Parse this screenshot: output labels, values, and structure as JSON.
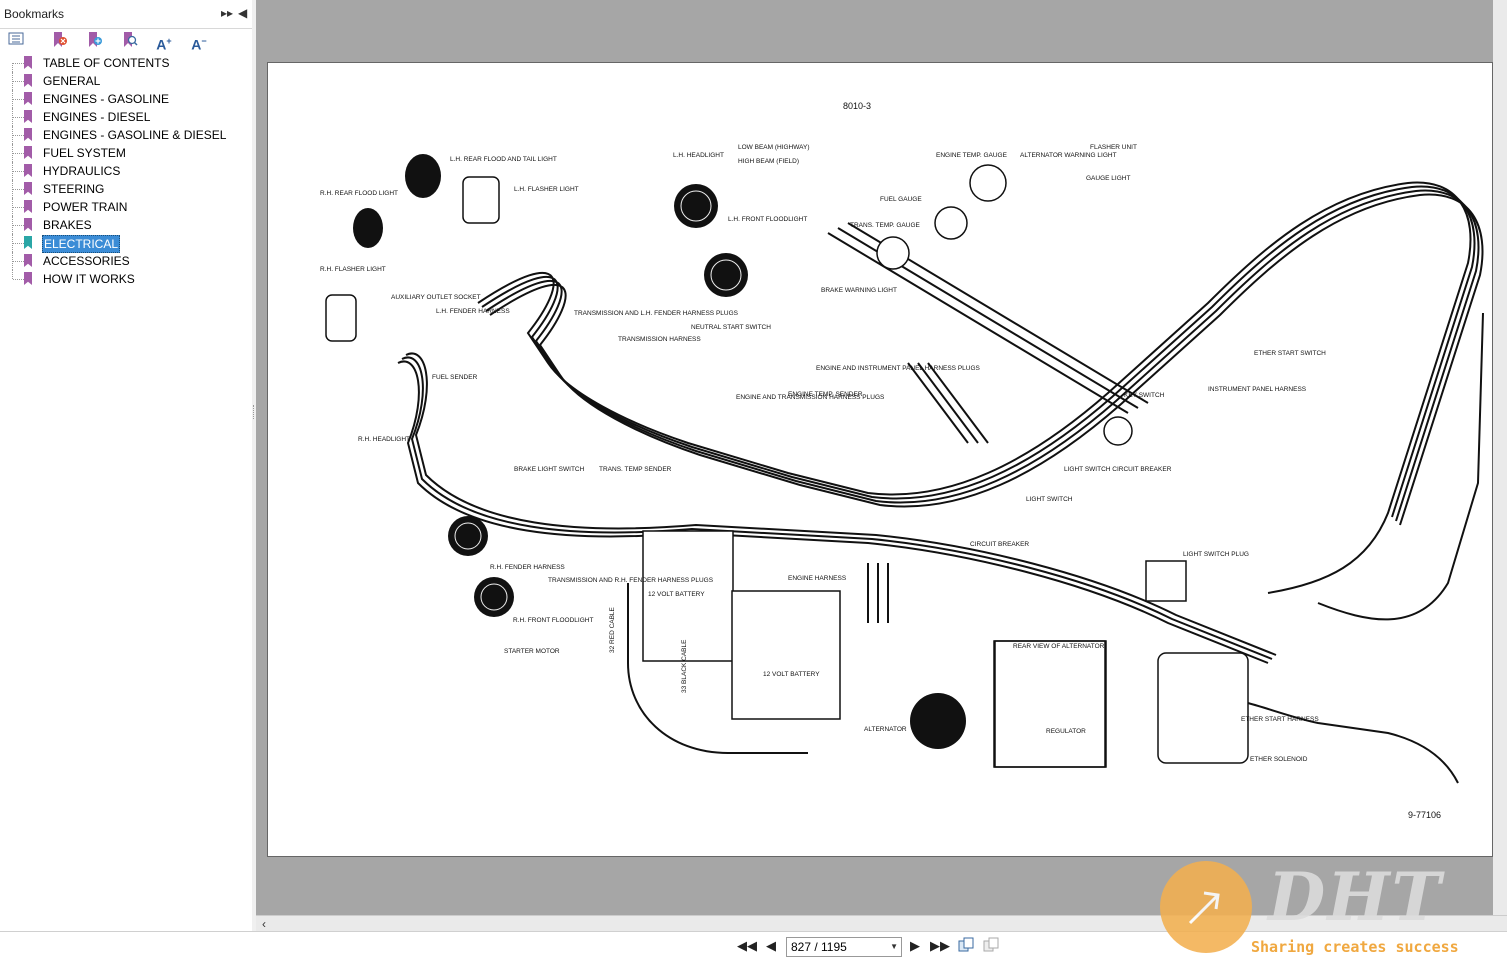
{
  "sidebar": {
    "title": "Bookmarks",
    "collapse_icon": "double-chevron-right-icon",
    "hide_icon": "triangle-left-icon",
    "toolbar": [
      "options-icon",
      "delete-bookmark-icon",
      "new-bookmark-icon",
      "find-bookmark-icon",
      "text-larger-icon",
      "text-smaller-icon"
    ],
    "items": [
      {
        "label": "TABLE OF CONTENTS"
      },
      {
        "label": "GENERAL"
      },
      {
        "label": "ENGINES - GASOLINE"
      },
      {
        "label": "ENGINES - DIESEL"
      },
      {
        "label": "ENGINES - GASOLINE & DIESEL"
      },
      {
        "label": "FUEL SYSTEM"
      },
      {
        "label": "HYDRAULICS"
      },
      {
        "label": "STEERING"
      },
      {
        "label": "POWER TRAIN"
      },
      {
        "label": "BRAKES"
      },
      {
        "label": "ELECTRICAL",
        "selected": true
      },
      {
        "label": "ACCESSORIES"
      },
      {
        "label": "HOW IT WORKS"
      }
    ]
  },
  "document": {
    "figure_id": "8010-3",
    "figure_ref": "9-77106",
    "labels": {
      "lh_rear_flood": "L.H. REAR FLOOD AND TAIL LIGHT",
      "rh_rear_flood": "R.H. REAR FLOOD LIGHT",
      "lh_flasher": "L.H. FLASHER LIGHT",
      "lh_headlight": "L.H. HEADLIGHT",
      "low_beam": "LOW BEAM (HIGHWAY)",
      "high_beam": "HIGH BEAM (FIELD)",
      "lh_front_flood": "L.H. FRONT FLOODLIGHT",
      "engine_temp_gauge": "ENGINE TEMP. GAUGE",
      "alternator_warning": "ALTERNATOR WARNING LIGHT",
      "flasher_unit": "FLASHER UNIT",
      "gauge_light": "GAUGE LIGHT",
      "fuel_gauge": "FUEL GAUGE",
      "trans_temp_gauge": "TRANS. TEMP. GAUGE",
      "brake_warning": "BRAKE WARNING LIGHT",
      "rh_flasher": "R.H. FLASHER LIGHT",
      "aux_outlet": "AUXILIARY OUTLET SOCKET",
      "lh_fender_harness": "L.H. FENDER HARNESS",
      "trans_lh_plugs": "TRANSMISSION AND L.H. FENDER HARNESS PLUGS",
      "trans_harness": "TRANSMISSION HARNESS",
      "neutral_start": "NEUTRAL START SWITCH",
      "engine_instr_plugs": "ENGINE AND INSTRUMENT PANEL HARNESS PLUGS",
      "ether_start_switch": "ETHER START SWITCH",
      "fuel_sender": "FUEL SENDER",
      "engine_trans_plugs": "ENGINE AND TRANSMISSION HARNESS PLUGS",
      "engine_temp_sender": "ENGINE TEMP. SENDER",
      "instrument_panel_harness": "INSTRUMENT PANEL HARNESS",
      "key_switch": "KEY SWITCH",
      "rh_headlight": "R.H. HEADLIGHT",
      "brake_light_switch": "BRAKE LIGHT SWITCH",
      "trans_temp_sender": "TRANS. TEMP SENDER",
      "light_switch_cb": "LIGHT SWITCH CIRCUIT BREAKER",
      "light_switch": "LIGHT SWITCH",
      "rh_fender_harness": "R.H. FENDER HARNESS",
      "trans_rh_plugs": "TRANSMISSION AND R.H. FENDER HARNESS PLUGS",
      "battery_12v": "12 VOLT BATTERY",
      "engine_harness": "ENGINE HARNESS",
      "circuit_breaker": "CIRCUIT BREAKER",
      "light_switch_plug": "LIGHT SWITCH PLUG",
      "rh_front_flood": "R.H. FRONT FLOODLIGHT",
      "starter_motor": "STARTER MOTOR",
      "rear_view_alt": "REAR VIEW OF ALTERNATOR",
      "alternator": "ALTERNATOR",
      "ether_start_harness": "ETHER START HARNESS",
      "ether_solenoid": "ETHER SOLENOID",
      "regulator": "REGULATOR",
      "red_cable": "32 RED CABLE",
      "black_cable": "33 BLACK CABLE"
    }
  },
  "navigation": {
    "page_value": "827 / 1195",
    "first_icon": "first-page-icon",
    "prev_icon": "prev-page-icon",
    "next_icon": "next-page-icon",
    "last_icon": "last-page-icon"
  },
  "watermark": {
    "brand": "DHT",
    "tagline": "Sharing creates success"
  }
}
